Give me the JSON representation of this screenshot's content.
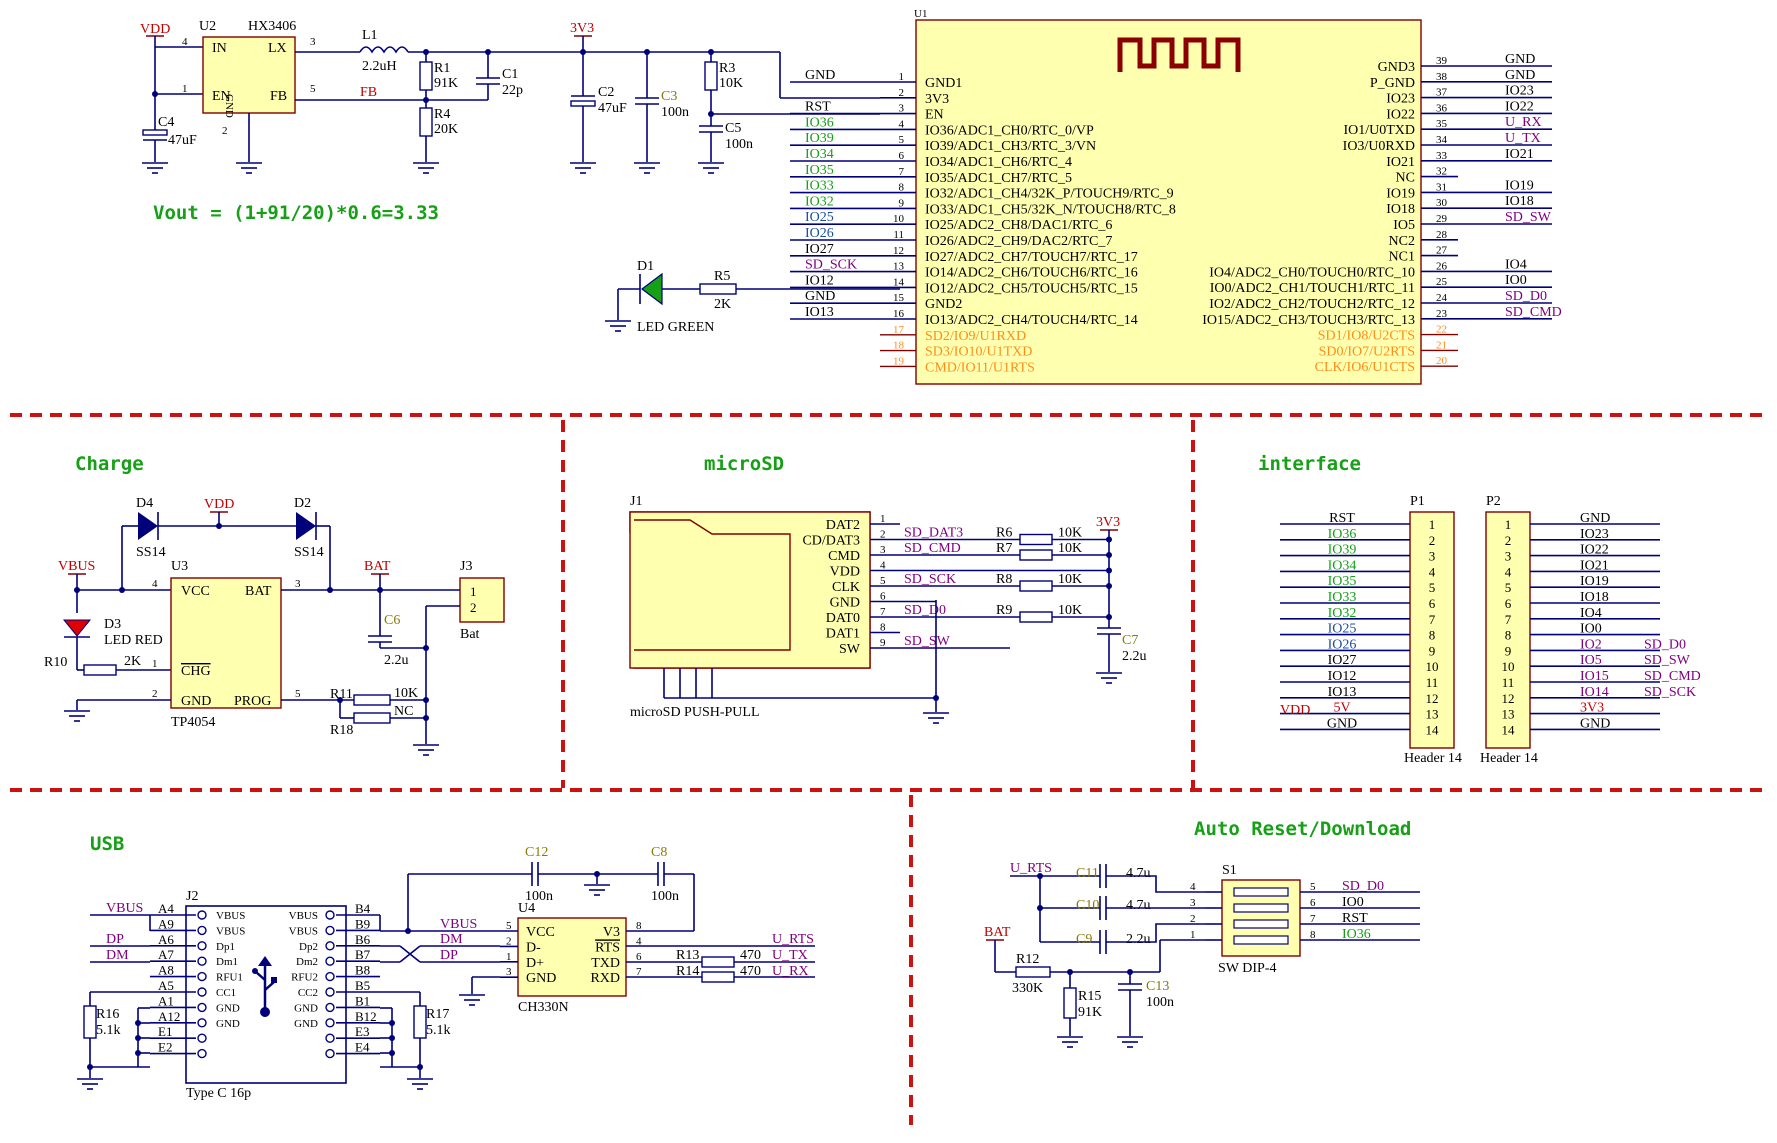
{
  "sections": {
    "charge": "Charge",
    "microsd": "microSD",
    "interface": "interface",
    "usb": "USB",
    "auto_reset": "Auto Reset/Download"
  },
  "formula": "Vout = (1+91/20)*0.6=3.33",
  "power": {
    "vdd": "VDD",
    "v3v3": "3V3",
    "vbus": "VBUS",
    "bat": "BAT",
    "u2_ref": "U2",
    "u2_val": "HX3406",
    "u2_pins": {
      "in": "IN",
      "lx": "LX",
      "en": "EN",
      "fb": "FB",
      "gnd": "GND",
      "n4": "4",
      "n1": "1",
      "n3": "3",
      "n5": "5",
      "n2": "2"
    },
    "fb_net": "FB",
    "l1_ref": "L1",
    "l1_val": "2.2uH",
    "r1_ref": "R1",
    "r1_val": "91K",
    "r4_ref": "R4",
    "r4_val": "20K",
    "c1_ref": "C1",
    "c1_val": "22p",
    "c2_ref": "C2",
    "c2_val": "47uF",
    "c3_ref": "C3",
    "c3_val": "100n",
    "c4_ref": "C4",
    "c4_val": "47uF",
    "r3_ref": "R3",
    "r3_val": "10K",
    "c5_ref": "C5",
    "c5_val": "100n",
    "d1_ref": "D1",
    "d1_val": "LED GREEN",
    "r5_ref": "R5",
    "r5_val": "2K"
  },
  "u1": {
    "ref": "U1",
    "left_pins": [
      {
        "n": "1",
        "name": "GND1",
        "net": "GND",
        "net_color": "black"
      },
      {
        "n": "2",
        "name": "3V3",
        "net": "",
        "net_color": "black"
      },
      {
        "n": "3",
        "name": "EN",
        "net": "RST",
        "net_color": "black"
      },
      {
        "n": "4",
        "name": "IO36/ADC1_CH0/RTC_0/VP",
        "net": "IO36",
        "net_color": "green"
      },
      {
        "n": "5",
        "name": "IO39/ADC1_CH3/RTC_3/VN",
        "net": "IO39",
        "net_color": "green"
      },
      {
        "n": "6",
        "name": "IO34/ADC1_CH6/RTC_4",
        "net": "IO34",
        "net_color": "green"
      },
      {
        "n": "7",
        "name": "IO35/ADC1_CH7/RTC_5",
        "net": "IO35",
        "net_color": "green"
      },
      {
        "n": "8",
        "name": "IO32/ADC1_CH4/32K_P/TOUCH9/RTC_9",
        "net": "IO33",
        "net_color": "green"
      },
      {
        "n": "9",
        "name": "IO33/ADC1_CH5/32K_N/TOUCH8/RTC_8",
        "net": "IO32",
        "net_color": "green"
      },
      {
        "n": "10",
        "name": "IO25/ADC2_CH8/DAC1/RTC_6",
        "net": "IO25",
        "net_color": "blue"
      },
      {
        "n": "11",
        "name": "IO26/ADC2_CH9/DAC2/RTC_7",
        "net": "IO26",
        "net_color": "blue"
      },
      {
        "n": "12",
        "name": "IO27/ADC2_CH7/TOUCH7/RTC_17",
        "net": "IO27",
        "net_color": "black"
      },
      {
        "n": "13",
        "name": "IO14/ADC2_CH6/TOUCH6/RTC_16",
        "net": "SD_SCK",
        "net_color": "purple"
      },
      {
        "n": "14",
        "name": "IO12/ADC2_CH5/TOUCH5/RTC_15",
        "net": "IO12",
        "net_color": "black"
      },
      {
        "n": "15",
        "name": "GND2",
        "net": "GND",
        "net_color": "black"
      },
      {
        "n": "16",
        "name": "IO13/ADC2_CH4/TOUCH4/RTC_14",
        "net": "IO13",
        "net_color": "black"
      },
      {
        "n": "17",
        "name": "SD2/IO9/U1RXD",
        "net": "",
        "net_color": "orange"
      },
      {
        "n": "18",
        "name": "SD3/IO10/U1TXD",
        "net": "",
        "net_color": "orange"
      },
      {
        "n": "19",
        "name": "CMD/IO11/U1RTS",
        "net": "",
        "net_color": "orange"
      }
    ],
    "right_pins": [
      {
        "n": "39",
        "name": "GND3",
        "net": "GND",
        "net_color": "black"
      },
      {
        "n": "38",
        "name": "P_GND",
        "net": "GND",
        "net_color": "black"
      },
      {
        "n": "37",
        "name": "IO23",
        "net": "IO23",
        "net_color": "black"
      },
      {
        "n": "36",
        "name": "IO22",
        "net": "IO22",
        "net_color": "black"
      },
      {
        "n": "35",
        "name": "IO1/U0TXD",
        "net": "U_RX",
        "net_color": "purple"
      },
      {
        "n": "34",
        "name": "IO3/U0RXD",
        "net": "U_TX",
        "net_color": "purple"
      },
      {
        "n": "33",
        "name": "IO21",
        "net": "IO21",
        "net_color": "black"
      },
      {
        "n": "32",
        "name": "NC",
        "net": "",
        "net_color": "black"
      },
      {
        "n": "31",
        "name": "IO19",
        "net": "IO19",
        "net_color": "black"
      },
      {
        "n": "30",
        "name": "IO18",
        "net": "IO18",
        "net_color": "black"
      },
      {
        "n": "29",
        "name": "IO5",
        "net": "SD_SW",
        "net_color": "purple"
      },
      {
        "n": "28",
        "name": "NC2",
        "net": "",
        "net_color": "black"
      },
      {
        "n": "27",
        "name": "NC1",
        "net": "",
        "net_color": "black"
      },
      {
        "n": "26",
        "name": "IO4/ADC2_CH0/TOUCH0/RTC_10",
        "net": "IO4",
        "net_color": "black"
      },
      {
        "n": "25",
        "name": "IO0/ADC2_CH1/TOUCH1/RTC_11",
        "net": "IO0",
        "net_color": "black"
      },
      {
        "n": "24",
        "name": "IO2/ADC2_CH2/TOUCH2/RTC_12",
        "net": "SD_D0",
        "net_color": "purple"
      },
      {
        "n": "23",
        "name": "IO15/ADC2_CH3/TOUCH3/RTC_13",
        "net": "SD_CMD",
        "net_color": "purple"
      },
      {
        "n": "22",
        "name": "SD1/IO8/U2CTS",
        "net": "",
        "net_color": "orange"
      },
      {
        "n": "21",
        "name": "SD0/IO7/U2RTS",
        "net": "",
        "net_color": "orange"
      },
      {
        "n": "20",
        "name": "CLK/IO6/U1CTS",
        "net": "",
        "net_color": "orange"
      }
    ]
  },
  "charge": {
    "d4_ref": "D4",
    "d4_val": "SS14",
    "d2_ref": "D2",
    "d2_val": "SS14",
    "vdd": "VDD",
    "vbus": "VBUS",
    "bat": "BAT",
    "u3_ref": "U3",
    "u3_val": "TP4054",
    "u3_pins": {
      "vcc": "VCC",
      "bat": "BAT",
      "chg": "CHG",
      "gnd": "GND",
      "prog": "PROG",
      "n4": "4",
      "n3": "3",
      "n1": "1",
      "n2": "2",
      "n5": "5"
    },
    "d3_ref": "D3",
    "d3_val": "LED RED",
    "r10_ref": "R10",
    "r10_val": "2K",
    "c6_ref": "C6",
    "c6_val": "2.2u",
    "j3_ref": "J3",
    "j3_val": "Bat",
    "j3_p1": "1",
    "j3_p2": "2",
    "r11_ref": "R11",
    "r11_val": "10K",
    "r18_ref": "R18",
    "r18_val": "NC"
  },
  "microsd": {
    "j1_ref": "J1",
    "j1_val": "microSD PUSH-PULL",
    "pins": [
      {
        "name": "DAT2",
        "n": "1",
        "net": "",
        "r": "",
        "rv": ""
      },
      {
        "name": "CD/DAT3",
        "n": "2",
        "net": "SD_DAT3",
        "r": "R6",
        "rv": "10K"
      },
      {
        "name": "CMD",
        "n": "3",
        "net": "SD_CMD",
        "r": "R7",
        "rv": "10K"
      },
      {
        "name": "VDD",
        "n": "4",
        "net": "",
        "r": "",
        "rv": ""
      },
      {
        "name": "CLK",
        "n": "5",
        "net": "SD_SCK",
        "r": "R8",
        "rv": "10K"
      },
      {
        "name": "GND",
        "n": "6",
        "net": "",
        "r": "",
        "rv": ""
      },
      {
        "name": "DAT0",
        "n": "7",
        "net": "SD_D0",
        "r": "R9",
        "rv": "10K"
      },
      {
        "name": "DAT1",
        "n": "8",
        "net": "",
        "r": "",
        "rv": ""
      },
      {
        "name": "SW",
        "n": "9",
        "net": "SD_SW",
        "r": "",
        "rv": ""
      }
    ],
    "v3v3": "3V3",
    "c7_ref": "C7",
    "c7_val": "2.2u"
  },
  "interface": {
    "p1_ref": "P1",
    "p1_val": "Header 14",
    "p2_ref": "P2",
    "p2_val": "Header 14",
    "p1_pins": [
      {
        "n": "1",
        "net": "RST",
        "color": "black"
      },
      {
        "n": "2",
        "net": "IO36",
        "color": "green"
      },
      {
        "n": "3",
        "net": "IO39",
        "color": "green"
      },
      {
        "n": "4",
        "net": "IO34",
        "color": "green"
      },
      {
        "n": "5",
        "net": "IO35",
        "color": "green"
      },
      {
        "n": "6",
        "net": "IO33",
        "color": "green"
      },
      {
        "n": "7",
        "net": "IO32",
        "color": "green"
      },
      {
        "n": "8",
        "net": "IO25",
        "color": "blue"
      },
      {
        "n": "9",
        "net": "IO26",
        "color": "blue"
      },
      {
        "n": "10",
        "net": "IO27",
        "color": "black"
      },
      {
        "n": "11",
        "net": "IO12",
        "color": "black"
      },
      {
        "n": "12",
        "net": "IO13",
        "color": "black"
      },
      {
        "n": "13",
        "net": "5V",
        "color": "red"
      },
      {
        "n": "14",
        "net": "GND",
        "color": "black"
      }
    ],
    "p1_vdd": "VDD",
    "p2_pins": [
      {
        "n": "1",
        "net": "GND",
        "color": "black",
        "alias": ""
      },
      {
        "n": "2",
        "net": "IO23",
        "color": "black",
        "alias": ""
      },
      {
        "n": "3",
        "net": "IO22",
        "color": "black",
        "alias": ""
      },
      {
        "n": "4",
        "net": "IO21",
        "color": "black",
        "alias": ""
      },
      {
        "n": "5",
        "net": "IO19",
        "color": "black",
        "alias": ""
      },
      {
        "n": "6",
        "net": "IO18",
        "color": "black",
        "alias": ""
      },
      {
        "n": "7",
        "net": "IO4",
        "color": "black",
        "alias": ""
      },
      {
        "n": "8",
        "net": "IO0",
        "color": "black",
        "alias": ""
      },
      {
        "n": "9",
        "net": "IO2",
        "color": "purple",
        "alias": "SD_D0"
      },
      {
        "n": "10",
        "net": "IO5",
        "color": "purple",
        "alias": "SD_SW"
      },
      {
        "n": "11",
        "net": "IO15",
        "color": "purple",
        "alias": "SD_CMD"
      },
      {
        "n": "12",
        "net": "IO14",
        "color": "purple",
        "alias": "SD_SCK"
      },
      {
        "n": "13",
        "net": "3V3",
        "color": "red",
        "alias": ""
      },
      {
        "n": "14",
        "net": "GND",
        "color": "black",
        "alias": ""
      }
    ]
  },
  "usb": {
    "j2_ref": "J2",
    "j2_val": "Type C 16p",
    "left_pins": [
      {
        "n": "A4",
        "name": "VBUS",
        "net": "VBUS"
      },
      {
        "n": "A9",
        "name": "VBUS",
        "net": ""
      },
      {
        "n": "A6",
        "name": "Dp1",
        "net": "DP"
      },
      {
        "n": "A7",
        "name": "Dm1",
        "net": "DM"
      },
      {
        "n": "A8",
        "name": "RFU1",
        "net": ""
      },
      {
        "n": "A5",
        "name": "CC1",
        "net": ""
      },
      {
        "n": "A1",
        "name": "GND",
        "net": ""
      },
      {
        "n": "A12",
        "name": "GND",
        "net": ""
      },
      {
        "n": "E1",
        "name": "",
        "net": ""
      },
      {
        "n": "E2",
        "name": "",
        "net": ""
      }
    ],
    "right_pins": [
      {
        "n": "B4",
        "name": "VBUS"
      },
      {
        "n": "B9",
        "name": "VBUS"
      },
      {
        "n": "B6",
        "name": "Dp2"
      },
      {
        "n": "B7",
        "name": "Dm2"
      },
      {
        "n": "B8",
        "name": "RFU2"
      },
      {
        "n": "B5",
        "name": "CC2"
      },
      {
        "n": "B1",
        "name": "GND"
      },
      {
        "n": "B12",
        "name": "GND"
      },
      {
        "n": "E3",
        "name": ""
      },
      {
        "n": "E4",
        "name": ""
      }
    ],
    "r16_ref": "R16",
    "r16_val": "5.1k",
    "r17_ref": "R17",
    "r17_val": "5.1k",
    "u4_ref": "U4",
    "u4_val": "CH330N",
    "u4_left": [
      {
        "name": "VCC",
        "n": "5",
        "net": "VBUS"
      },
      {
        "name": "D-",
        "n": "2",
        "net": "DM"
      },
      {
        "name": "D+",
        "n": "1",
        "net": "DP"
      },
      {
        "name": "GND",
        "n": "3",
        "net": ""
      }
    ],
    "u4_right": [
      {
        "name": "V3",
        "n": "8"
      },
      {
        "name": "RTS",
        "n": "4"
      },
      {
        "name": "TXD",
        "n": "6"
      },
      {
        "name": "RXD",
        "n": "7"
      }
    ],
    "c12_ref": "C12",
    "c12_val": "100n",
    "c8_ref": "C8",
    "c8_val": "100n",
    "r13_ref": "R13",
    "r13_val": "470",
    "r14_ref": "R14",
    "r14_val": "470",
    "u_rts": "U_RTS",
    "u_tx": "U_TX",
    "u_rx": "U_RX"
  },
  "autoreset": {
    "u_rts": "U_RTS",
    "bat": "BAT",
    "c11_ref": "C11",
    "c11_val": "4.7u",
    "c10_ref": "C10",
    "c10_val": "4.7u",
    "c9_ref": "C9",
    "c9_val": "2.2u",
    "s1_ref": "S1",
    "s1_val": "SW DIP-4",
    "s1_left": [
      "4",
      "3",
      "2",
      "1"
    ],
    "s1_right": [
      {
        "n": "5",
        "net": "SD_D0",
        "color": "purple"
      },
      {
        "n": "6",
        "net": "IO0",
        "color": "black"
      },
      {
        "n": "7",
        "net": "RST",
        "color": "black"
      },
      {
        "n": "8",
        "net": "IO36",
        "color": "green"
      }
    ],
    "r12_ref": "R12",
    "r12_val": "330K",
    "r15_ref": "R15",
    "r15_val": "91K",
    "c13_ref": "C13",
    "c13_val": "100n"
  }
}
